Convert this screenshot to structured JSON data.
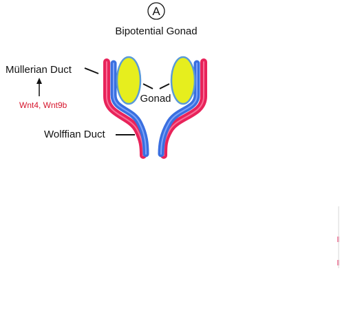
{
  "panel_letter": "A",
  "title": "Bipotential Gonad",
  "labels": {
    "mullerian_duct": "Müllerian Duct",
    "genes": "Wnt4, Wnt9b",
    "gonad": "Gonad",
    "wolffian_duct": "Wolffian Duct"
  },
  "colors": {
    "mullerian_duct": "#e8235a",
    "wolffian_duct": "#3a6fe0",
    "gonad_fill": "#e6ee1e",
    "gonad_outline": "#5a9ad8",
    "gene_text": "#d6152c",
    "text": "#111111"
  }
}
